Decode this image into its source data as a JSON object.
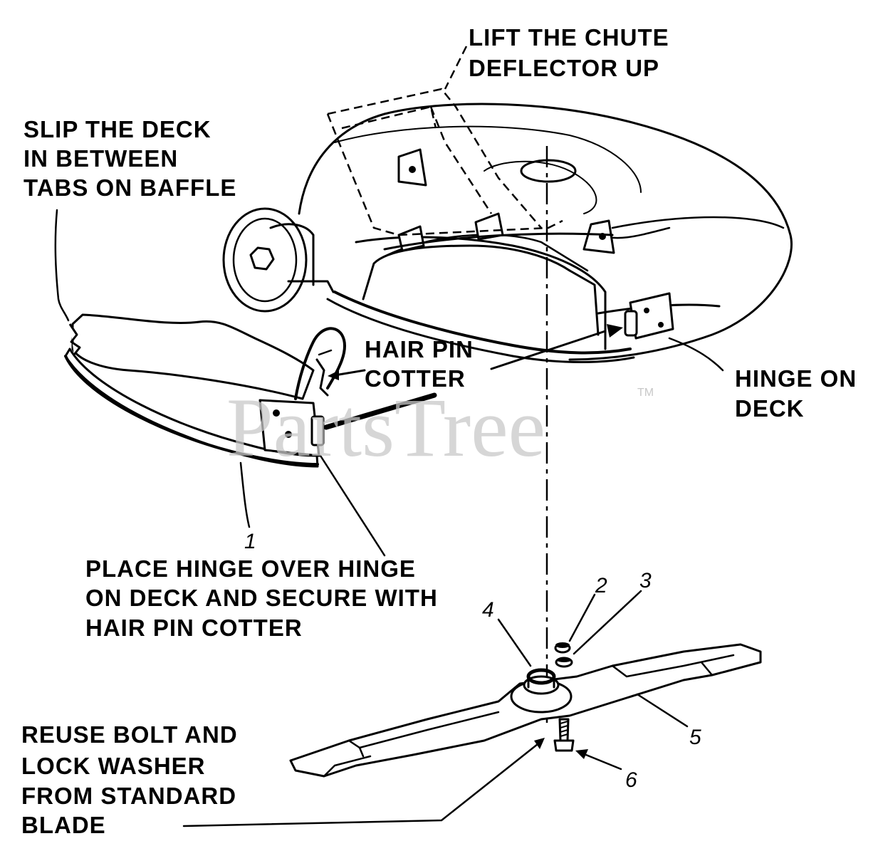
{
  "labels": {
    "lift_chute_line1": "LIFT THE CHUTE",
    "lift_chute_line2": "DEFLECTOR UP",
    "slip_deck_line1": "SLIP THE DECK",
    "slip_deck_line2": "IN BETWEEN",
    "slip_deck_line3": "TABS ON BAFFLE",
    "hair_pin_line1": "HAIR PIN",
    "hair_pin_line2": "COTTER",
    "hinge_on_deck_line1": "HINGE ON",
    "hinge_on_deck_line2": "DECK",
    "place_hinge_line1": "PLACE HINGE OVER HINGE",
    "place_hinge_line2": "ON DECK AND SECURE WITH",
    "place_hinge_line3": "HAIR PIN COTTER",
    "reuse_bolt_line1": "REUSE BOLT AND",
    "reuse_bolt_line2": "LOCK WASHER",
    "reuse_bolt_line3": "FROM STANDARD",
    "reuse_bolt_line4": "BLADE"
  },
  "callouts": {
    "part_1": "1",
    "part_2": "2",
    "part_3": "3",
    "part_4": "4",
    "part_5": "5",
    "part_6": "6"
  },
  "watermark": {
    "text": "PartsTree",
    "trademark": "TM"
  },
  "colors": {
    "ink": "#000000",
    "paper": "#ffffff",
    "watermark": "#c8c8c8"
  }
}
